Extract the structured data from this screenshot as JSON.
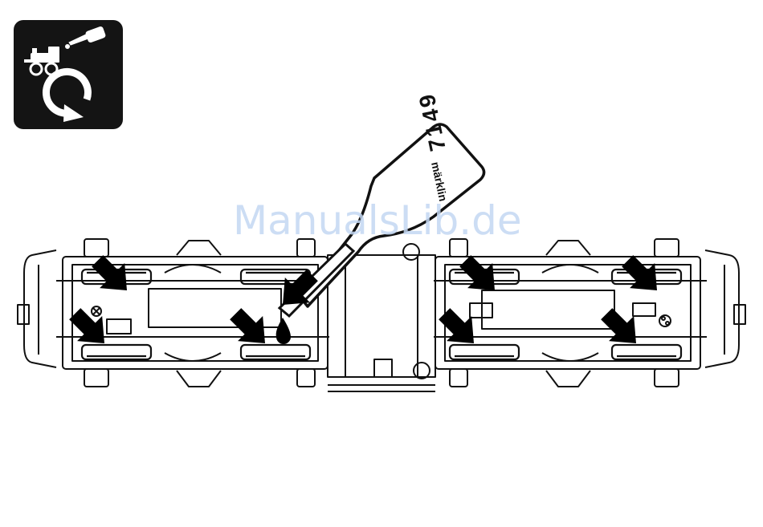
{
  "watermark": {
    "text": "ManualsLib.de"
  },
  "oil_bottle": {
    "brand": "märklin",
    "number": "7149"
  },
  "icon_card": {
    "icon": "locomotive-oil-rotate-icon",
    "background": "#141414"
  },
  "colors": {
    "line": "#111111",
    "arrow": "#000000",
    "watermark": "#c4d8f3"
  }
}
